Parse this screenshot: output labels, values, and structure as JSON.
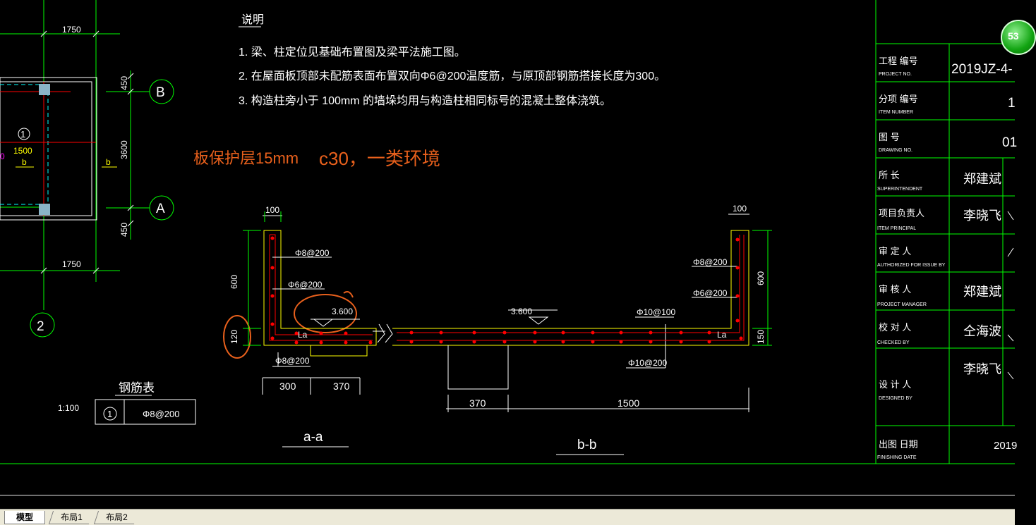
{
  "grid": {
    "axis_B": "B",
    "axis_A": "A",
    "axis_2": "2",
    "dim_top": "1750",
    "dim_bottom": "1750",
    "dim_450_top": "450",
    "dim_3600": "3600",
    "dim_450_bottom": "450",
    "circle_1": "1",
    "dim_1500": "1500",
    "label_b1": "b",
    "label_b2": "b",
    "edge_zero": "0"
  },
  "notes": {
    "title": "说明",
    "items": [
      "1. 梁、柱定位见基础布置图及梁平法施工图。",
      "2. 在屋面板顶部未配筋表面布置双向Φ6@200温度筋，与原顶部钢筋搭接长度为300。",
      "3. 构造柱旁小于 100mm 的墙垛均用与构造柱相同标号的混凝土整体浇筑。"
    ]
  },
  "annotation": {
    "cover": "板保护层15mm",
    "concrete": "c30，一类环境"
  },
  "section_a": {
    "dim_100": "100",
    "rebar_1": "Φ8@200",
    "rebar_2": "Φ6@200",
    "elev": "3.600",
    "dim_600": "600",
    "dim_120": "120",
    "la": "La",
    "rebar_bottom": "Φ8@200",
    "dim_300": "300",
    "dim_370": "370",
    "title": "a-a"
  },
  "section_b": {
    "dim_100": "100",
    "rebar_1": "Φ8@200",
    "rebar_2": "Φ6@200",
    "elev": "3.600",
    "rebar_top": "Φ10@100",
    "la": "La",
    "rebar_bottom": "Φ10@200",
    "dim_600": "600",
    "dim_150": "150",
    "dim_370": "370",
    "dim_1500": "1500",
    "title": "b-b"
  },
  "rebar_table": {
    "title": "钢筋表",
    "scale": "1:100",
    "id": "1",
    "spec": "Φ8@200"
  },
  "title_block": {
    "rows": [
      {
        "cn": "工程  编号",
        "en": "PROJECT NO.",
        "value": "2019JZ-4-"
      },
      {
        "cn": "分项  编号",
        "en": "ITEM NUMBER",
        "value": "1"
      },
      {
        "cn": "图     号",
        "en": "DRAWING NO.",
        "value": "01"
      },
      {
        "cn": "所     长",
        "en": "SUPERINTENDENT",
        "value": "郑建斌"
      },
      {
        "cn": "项目负责人",
        "en": "ITEM PRINCIPAL",
        "value": "李晓飞"
      },
      {
        "cn": "审  定  人",
        "en": "AUTHORIZED FOR ISSUE BY",
        "value": ""
      },
      {
        "cn": "审  核  人",
        "en": "PROJECT MANAGER",
        "value": "郑建斌"
      },
      {
        "cn": "校  对  人",
        "en": "CHECKED BY",
        "value": "仝海波"
      },
      {
        "cn": "设  计  人",
        "en": "DESIGNED BY",
        "value": "李晓飞"
      },
      {
        "cn": "出图  日期",
        "en": "FINISHING DATE",
        "value": "2019"
      }
    ]
  },
  "badge": "53",
  "tabs": [
    "模型",
    "布局1",
    "布局2"
  ],
  "colors": {
    "background": "#000000",
    "green": "#00ff00",
    "yellow": "#ffff00",
    "red": "#ff0000",
    "cyan": "#00ffff",
    "orange": "#e8601c",
    "white": "#ffffff"
  }
}
